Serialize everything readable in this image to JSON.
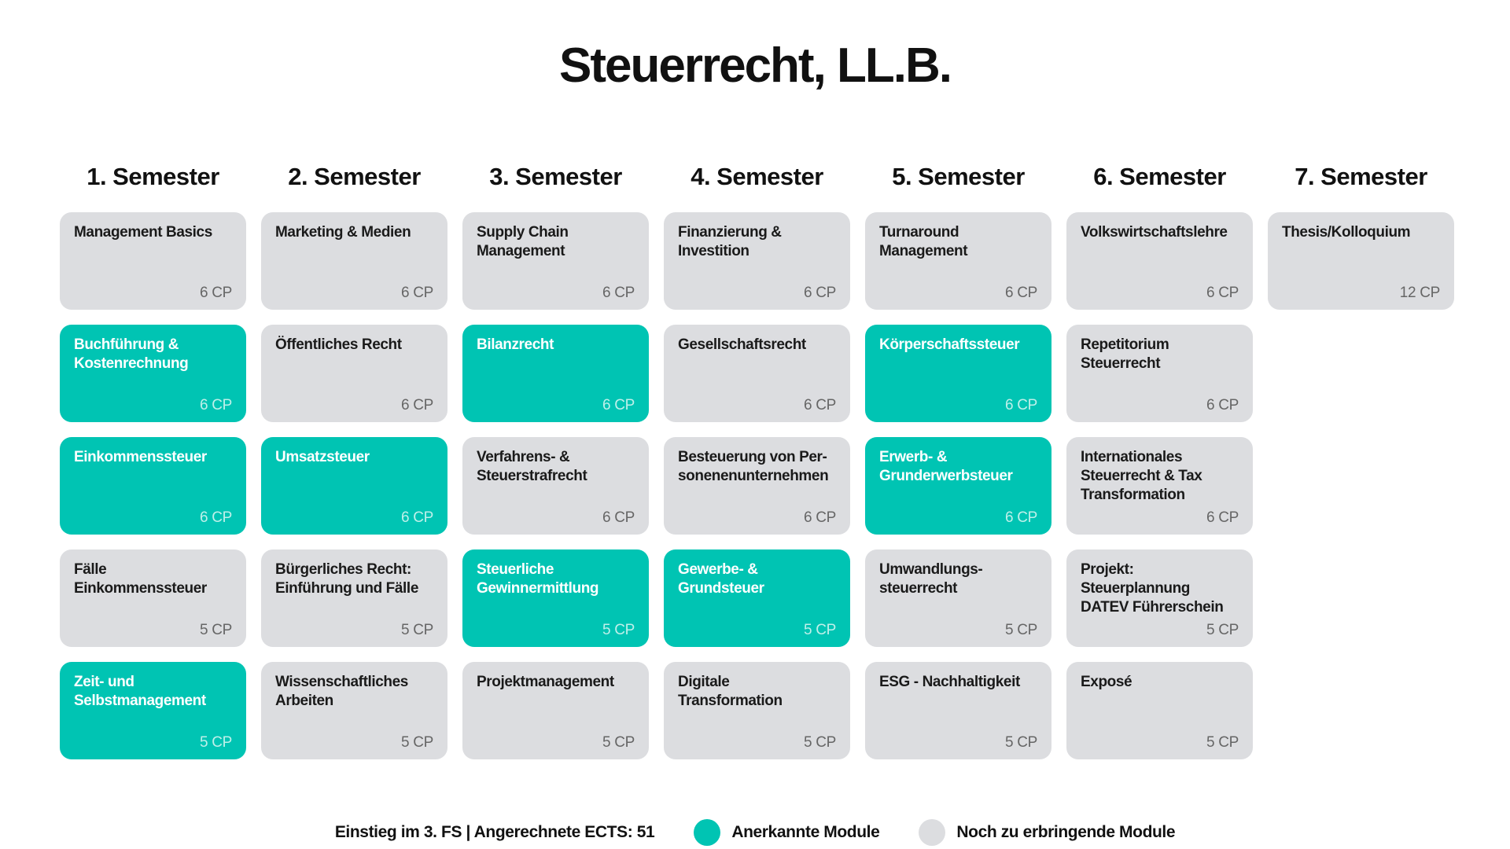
{
  "title": "Steuerrecht, LL.B.",
  "colors": {
    "recognized": "#00c4b3",
    "pending": "#dcdde0"
  },
  "semesters": [
    {
      "label": "1. Semester",
      "modules": [
        {
          "name": "Management Basics",
          "cp": "6 CP",
          "recognized": false
        },
        {
          "name": "Buchführung & Kostenrechnung",
          "cp": "6 CP",
          "recognized": true
        },
        {
          "name": "Einkommenssteuer",
          "cp": "6 CP",
          "recognized": true
        },
        {
          "name": "Fälle Einkommenssteuer",
          "cp": "5 CP",
          "recognized": false
        },
        {
          "name": "Zeit- und Selbstmanagement",
          "cp": "5 CP",
          "recognized": true
        }
      ]
    },
    {
      "label": "2. Semester",
      "modules": [
        {
          "name": "Marketing & Medien",
          "cp": "6 CP",
          "recognized": false
        },
        {
          "name": "Öffentliches Recht",
          "cp": "6 CP",
          "recognized": false
        },
        {
          "name": "Umsatzsteuer",
          "cp": "6 CP",
          "recognized": true
        },
        {
          "name": "Bürgerliches Recht: Einführung und Fälle",
          "cp": "5 CP",
          "recognized": false
        },
        {
          "name": "Wissenschaftliches Arbeiten",
          "cp": "5 CP",
          "recognized": false
        }
      ]
    },
    {
      "label": "3. Semester",
      "modules": [
        {
          "name": "Supply Chain Management",
          "cp": "6 CP",
          "recognized": false
        },
        {
          "name": "Bilanzrecht",
          "cp": "6 CP",
          "recognized": true
        },
        {
          "name": "Verfahrens- & Steuerstrafrecht",
          "cp": "6 CP",
          "recognized": false
        },
        {
          "name": "Steuerliche Gewinnermittlung",
          "cp": "5 CP",
          "recognized": true
        },
        {
          "name": "Projektmanagement",
          "cp": "5 CP",
          "recognized": false
        }
      ]
    },
    {
      "label": "4. Semester",
      "modules": [
        {
          "name": "Finanzierung & Investition",
          "cp": "6 CP",
          "recognized": false
        },
        {
          "name": "Gesellschaftsrecht",
          "cp": "6 CP",
          "recognized": false
        },
        {
          "name": "Besteuerung von Per-sonenenunternehmen",
          "cp": "6 CP",
          "recognized": false
        },
        {
          "name": "Gewerbe- & Grundsteuer",
          "cp": "5 CP",
          "recognized": true
        },
        {
          "name": "Digitale Transformation",
          "cp": "5 CP",
          "recognized": false
        }
      ]
    },
    {
      "label": "5. Semester",
      "modules": [
        {
          "name": "Turnaround Management",
          "cp": "6 CP",
          "recognized": false
        },
        {
          "name": "Körperschaftssteuer",
          "cp": "6 CP",
          "recognized": true
        },
        {
          "name": "Erwerb- & Grunderwerbsteuer",
          "cp": "6 CP",
          "recognized": true
        },
        {
          "name": "Umwandlungs-steuerrecht",
          "cp": "5 CP",
          "recognized": false
        },
        {
          "name": "ESG - Nachhaltigkeit",
          "cp": "5 CP",
          "recognized": false
        }
      ]
    },
    {
      "label": "6. Semester",
      "modules": [
        {
          "name": "Volkswirtschaftslehre",
          "cp": "6 CP",
          "recognized": false
        },
        {
          "name": "Repetitorium Steuerrecht",
          "cp": "6 CP",
          "recognized": false
        },
        {
          "name": "Internationales Steuerrecht & Tax Transformation",
          "cp": "6 CP",
          "recognized": false
        },
        {
          "name": "Projekt: Steuerplannung DATEV Führerschein",
          "cp": "5 CP",
          "recognized": false
        },
        {
          "name": "Exposé",
          "cp": "5 CP",
          "recognized": false
        }
      ]
    },
    {
      "label": "7. Semester",
      "modules": [
        {
          "name": "Thesis/Kolloquium",
          "cp": "12 CP",
          "recognized": false
        }
      ]
    }
  ],
  "legend": {
    "summary": "Einstieg im 3. FS | Angerechnete ECTS: 51",
    "recognized": "Anerkannte Module",
    "pending": "Noch zu erbringende Module"
  }
}
